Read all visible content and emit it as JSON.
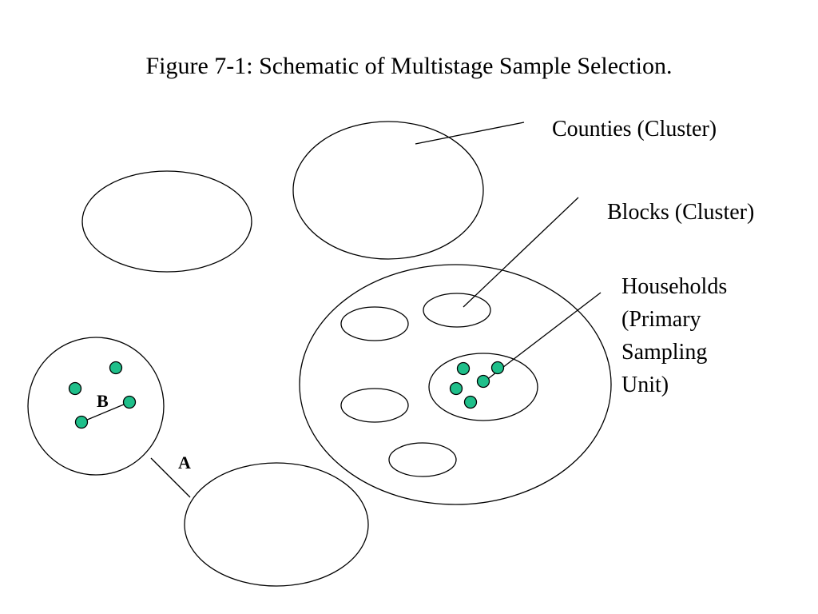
{
  "title": "Figure 7-1: Schematic of Multistage Sample Selection.",
  "labels": {
    "counties": "Counties (Cluster)",
    "blocks": "Blocks (Cluster)",
    "households_lines": [
      "Households",
      "(Primary",
      "Sampling",
      "Unit)"
    ],
    "marker_a": "A",
    "marker_b": "B"
  },
  "colors": {
    "household_fill": "#1fbf8a",
    "outline": "#000000"
  }
}
